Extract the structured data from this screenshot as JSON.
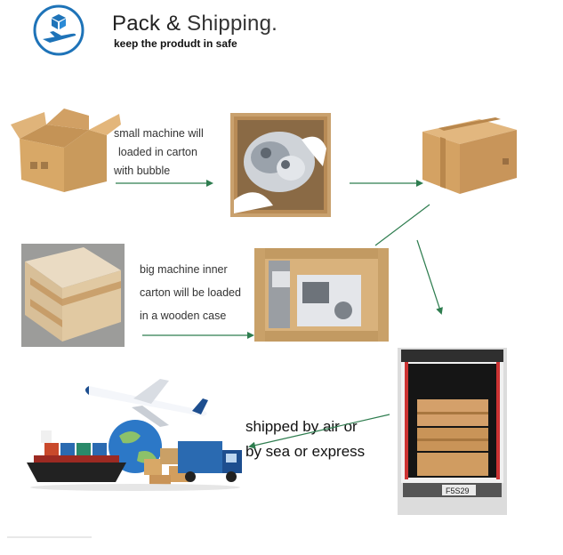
{
  "header": {
    "title_part1": "Pack & ",
    "title_part2": "Shipping.",
    "subtitle": "keep the produdt in safe",
    "logo_icon": "box-plane-icon"
  },
  "captions": {
    "small_line1": "small machine will",
    "small_line2": "loaded in carton",
    "small_line3": "with bubble",
    "big_line1": "big machine inner",
    "big_line2": "carton will be loaded",
    "big_line3": "in a wooden case",
    "ship_line1": "shipped by air or",
    "ship_line2": "by sea or express"
  },
  "truck_plate": "F5S29",
  "colors": {
    "arrow": "#2e7d4f",
    "logo_blue": "#1e73b8",
    "cardboard": "#d8a867",
    "wood": "#d9b27c"
  }
}
